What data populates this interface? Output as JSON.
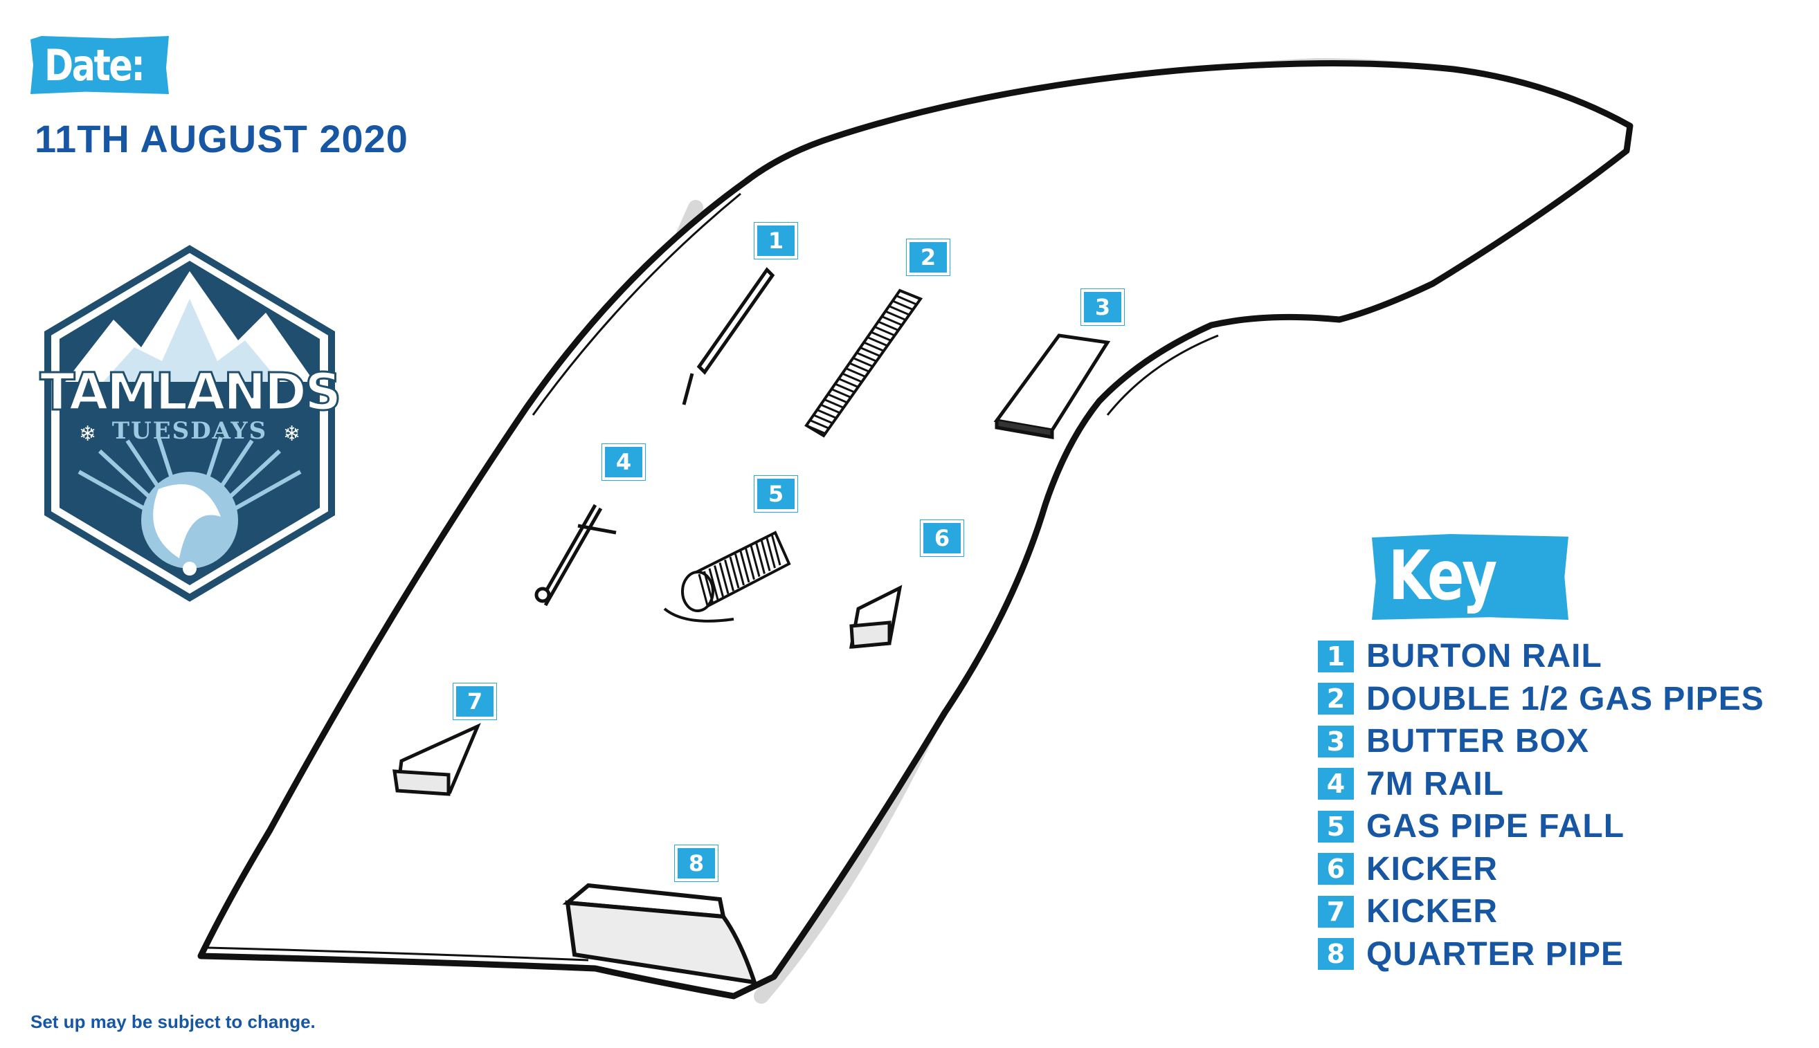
{
  "header": {
    "date_label": "Date:",
    "date_value": "11TH AUGUST 2020"
  },
  "logo": {
    "title": "TAMLANDS",
    "subtitle": "TUESDAYS"
  },
  "key": {
    "title": "Key",
    "items": [
      {
        "num": "1",
        "label": "BURTON RAIL"
      },
      {
        "num": "2",
        "label": "DOUBLE 1/2 GAS PIPES"
      },
      {
        "num": "3",
        "label": "BUTTER BOX"
      },
      {
        "num": "4",
        "label": "7M RAIL"
      },
      {
        "num": "5",
        "label": "GAS PIPE FALL"
      },
      {
        "num": "6",
        "label": "KICKER"
      },
      {
        "num": "7",
        "label": "KICKER"
      },
      {
        "num": "8",
        "label": "QUARTER PIPE"
      }
    ]
  },
  "markers": [
    "1",
    "2",
    "3",
    "4",
    "5",
    "6",
    "7",
    "8"
  ],
  "footnote": "Set up may be subject to change.",
  "colors": {
    "accent": "#29a8e0",
    "text_blue": "#1756a3",
    "logo_dark": "#1f4e6e",
    "outline": "#111111"
  }
}
